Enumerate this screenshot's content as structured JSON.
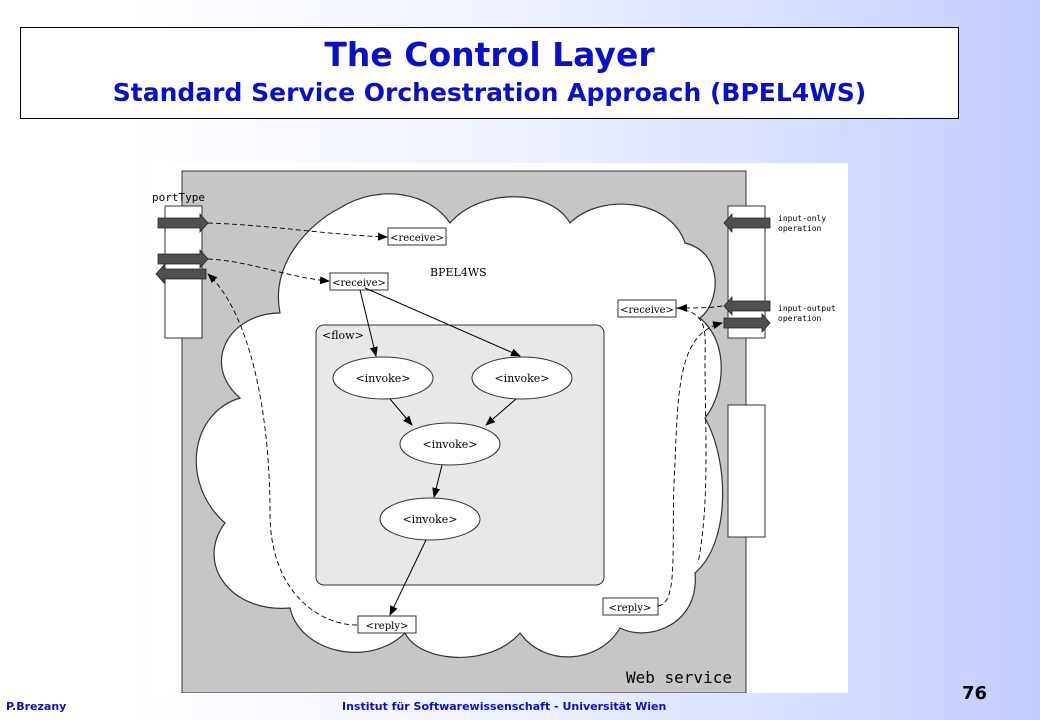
{
  "slide": {
    "title": "The Control Layer",
    "subtitle": "Standard Service Orchestration Approach (BPEL4WS)",
    "page_number": "76",
    "footer_left": "P.Brezany",
    "footer_center": "Institut für Softwarewissenschaft - Universität Wien"
  },
  "diagram": {
    "port_type_label": "portType",
    "bpel_label": "BPEL4WS",
    "flow_label": "<flow>",
    "web_service_label": "Web service",
    "input_only_label_1": "input-only",
    "input_only_label_2": "operation",
    "input_output_label_1": "input-output",
    "input_output_label_2": "operation",
    "receive_1": "<receive>",
    "receive_2": "<receive>",
    "receive_3": "<receive>",
    "invoke_1": "<invoke>",
    "invoke_2": "<invoke>",
    "invoke_3": "<invoke>",
    "invoke_4": "<invoke>",
    "reply_1": "<reply>",
    "reply_2": "<reply>"
  },
  "colors": {
    "title": "#0a10c8",
    "frame_gray": "#c6c6c6",
    "flow_fill": "#e8e8e8",
    "arrow_dark": "#505050"
  }
}
